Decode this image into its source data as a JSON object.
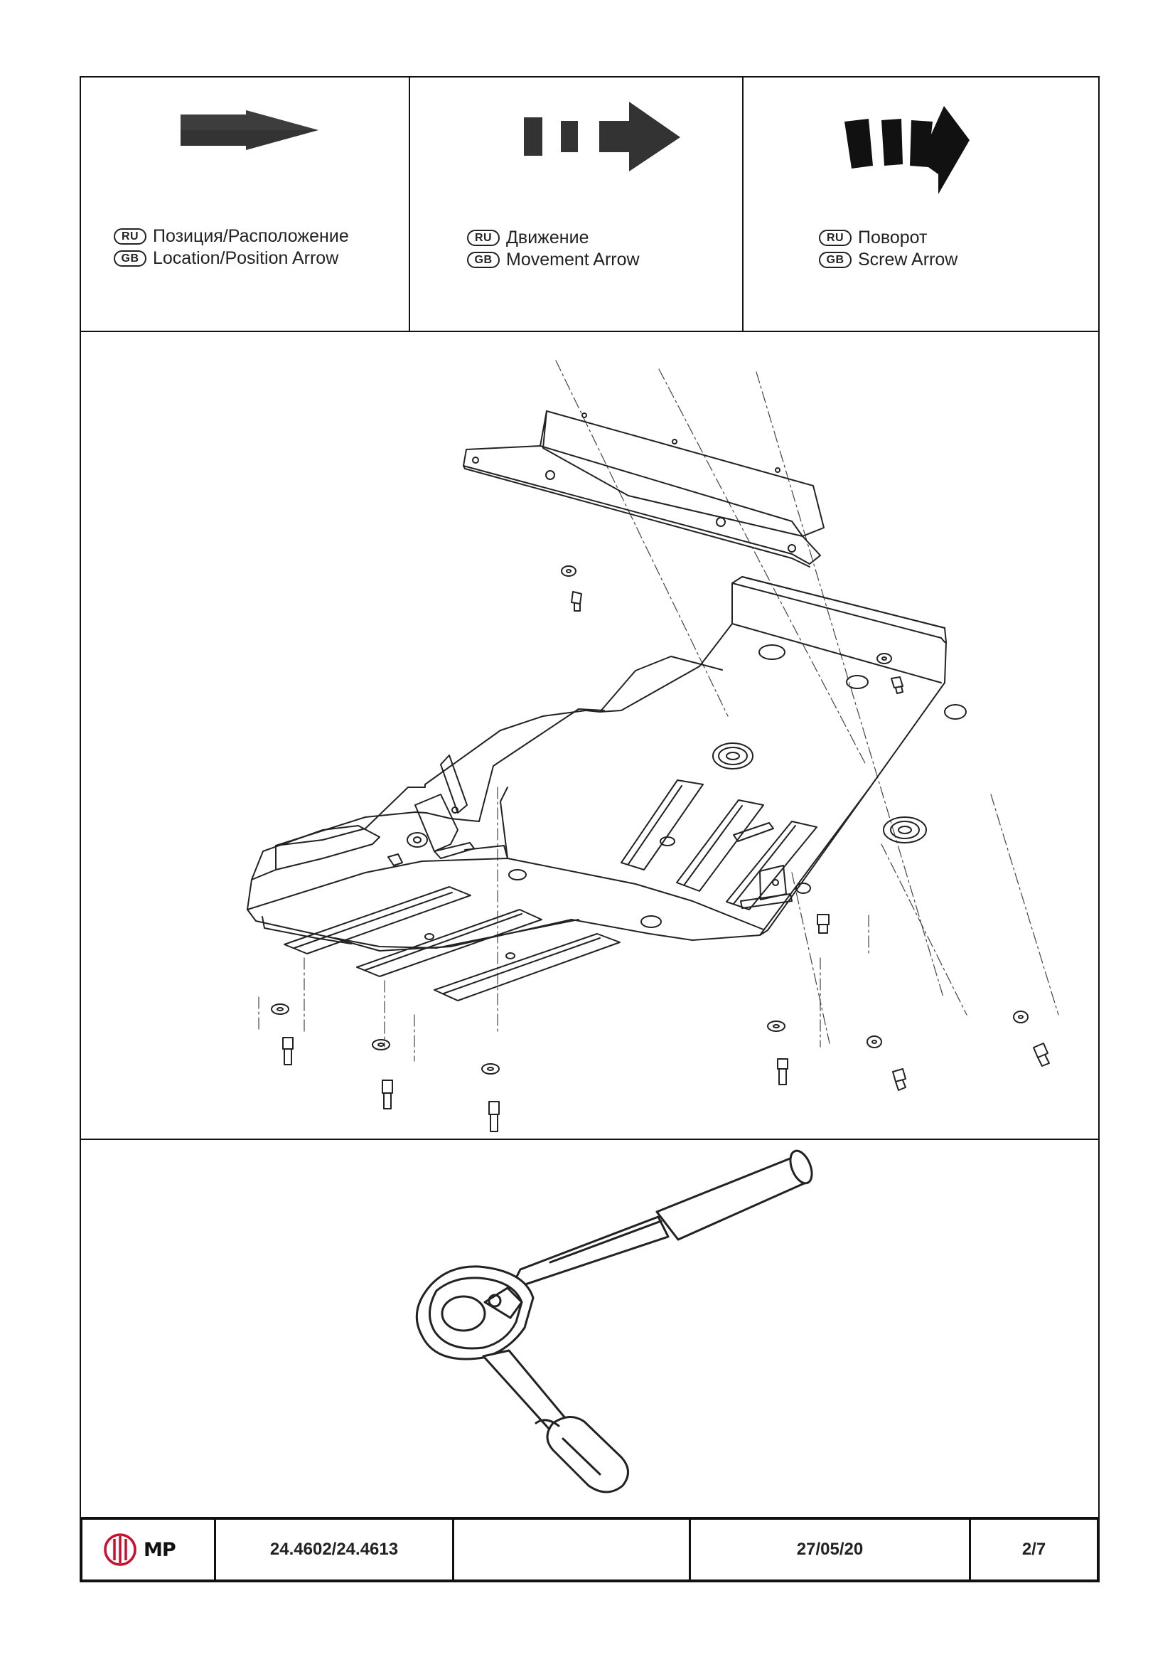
{
  "legend": [
    {
      "icon": "location-arrow-icon",
      "ru_badge": "RU",
      "ru_text": "Позиция/Расположение",
      "gb_badge": "GB",
      "gb_text": "Location/Position Arrow"
    },
    {
      "icon": "movement-arrow-icon",
      "ru_badge": "RU",
      "ru_text": "Движение",
      "gb_badge": "GB",
      "gb_text": "Movement Arrow"
    },
    {
      "icon": "screw-arrow-icon",
      "ru_badge": "RU",
      "ru_text": "Поворот",
      "gb_badge": "GB",
      "gb_text": "Screw Arrow"
    }
  ],
  "assembly": {
    "icon": "skid-plate-assembly-drawing"
  },
  "tool": {
    "icon": "ratchet-wrench-icon"
  },
  "title_block": {
    "logo_text": "MP",
    "logo_color": "#c8102e",
    "part_code": "24.4602/24.4613",
    "empty_field": "",
    "date": "27/05/20",
    "page": "2/7"
  }
}
